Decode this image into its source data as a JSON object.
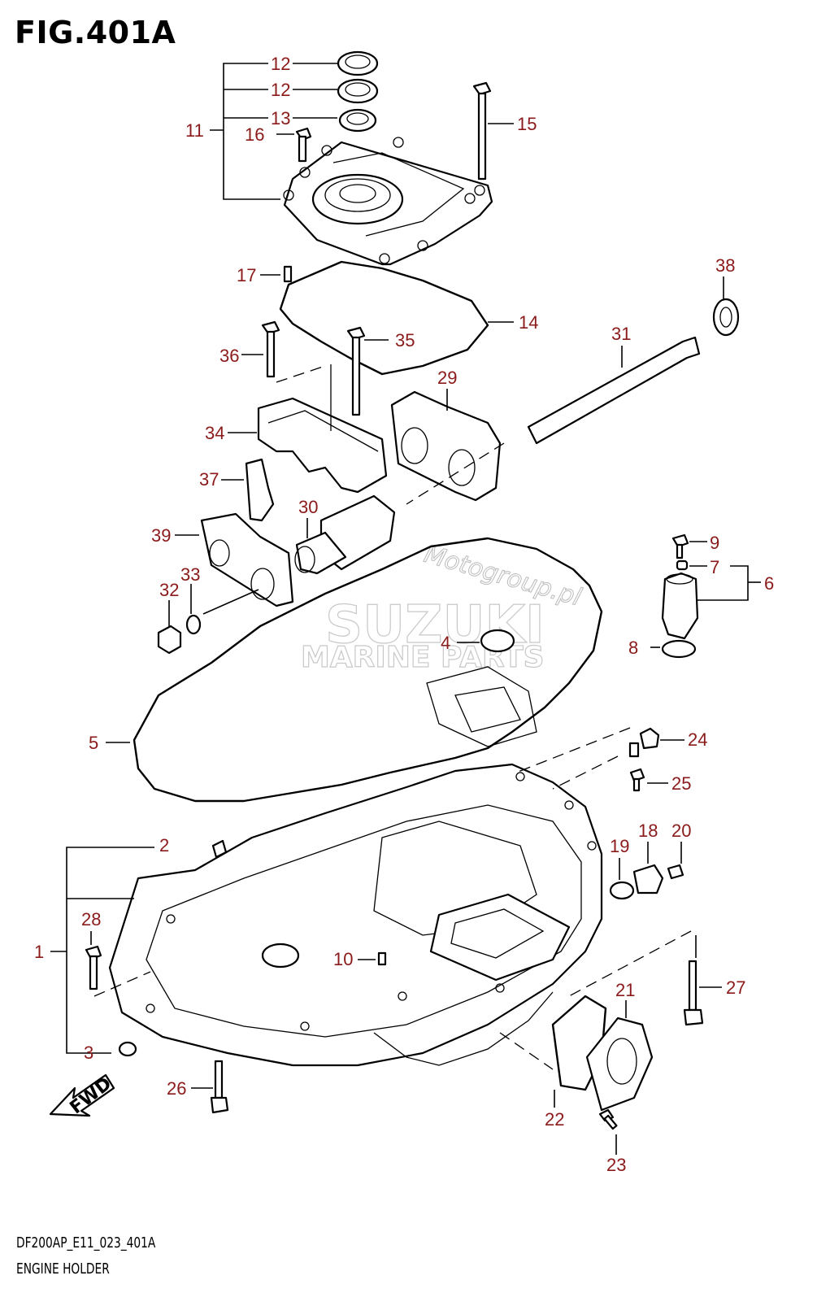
{
  "figure": {
    "title": "FIG.401A",
    "code": "DF200AP_E11_023_401A",
    "name": "ENGINE HOLDER"
  },
  "watermark": {
    "line1": "SUZUKI",
    "line2": "MARINE PARTS",
    "diagonal": "Motogroup.pl"
  },
  "fwd_label": "FWD",
  "callouts": [
    "1",
    "2",
    "3",
    "4",
    "5",
    "6",
    "7",
    "8",
    "9",
    "10",
    "11",
    "12",
    "12",
    "13",
    "14",
    "15",
    "16",
    "17",
    "18",
    "19",
    "20",
    "21",
    "22",
    "23",
    "24",
    "25",
    "26",
    "27",
    "28",
    "29",
    "30",
    "31",
    "32",
    "33",
    "34",
    "35",
    "36",
    "37",
    "38",
    "39"
  ],
  "colors": {
    "callout": "#8b1a1a",
    "line": "#000000",
    "watermark": "#c8c8c8"
  }
}
